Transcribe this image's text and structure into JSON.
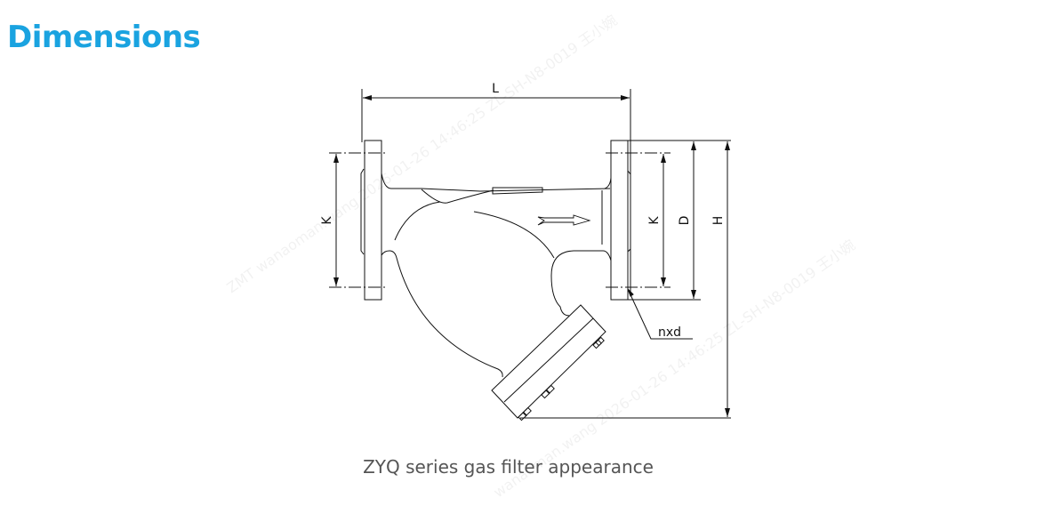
{
  "heading": "Dimensions",
  "figure": {
    "labels": {
      "L": "L",
      "K_left": "K",
      "K_right": "K",
      "D": "D",
      "H": "H",
      "bolts": "nxd"
    },
    "caption": "ZYQ series gas filter appearance"
  },
  "watermark": "ZMT wanaoman.wang 2026-01-26 14:46:25 ZL-SH-N8-0019 王小婉",
  "colors": {
    "heading": "#1aa3e0",
    "caption": "#555555",
    "line": "#111111"
  }
}
